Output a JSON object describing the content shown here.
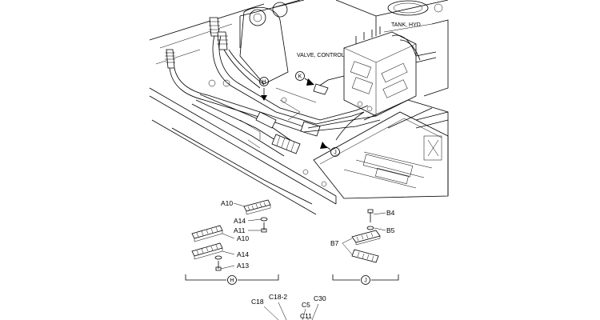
{
  "labels": {
    "tank_hyd": "TANK, HYD",
    "valve_control": "VALVE, CONTROL"
  },
  "views": {
    "h": "H",
    "k": "K",
    "j": "J"
  },
  "detail_h": {
    "callouts": [
      "A10",
      "A14",
      "A11",
      "A10",
      "A14",
      "A13"
    ]
  },
  "detail_j": {
    "callouts": [
      "B4",
      "B5",
      "B7"
    ]
  },
  "lower_callouts": [
    "C18",
    "C18-2",
    "C5",
    "C30",
    "C11"
  ]
}
